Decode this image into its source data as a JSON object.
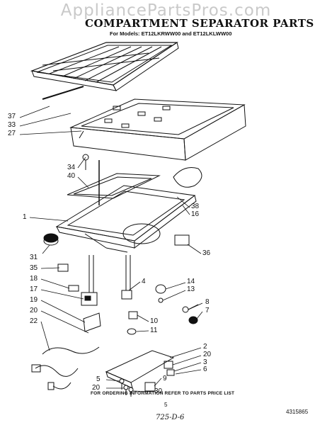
{
  "watermark": "AppliancePartsPros.com",
  "title": "COMPARTMENT SEPARATOR PARTS",
  "models": "For Models: ET12LKRWW00 and ET12LKLWW00",
  "callouts": [
    {
      "id": "c37",
      "text": "37"
    },
    {
      "id": "c33",
      "text": "33"
    },
    {
      "id": "c27",
      "text": "27"
    },
    {
      "id": "c34",
      "text": "34"
    },
    {
      "id": "c40",
      "text": "40"
    },
    {
      "id": "c1",
      "text": "1"
    },
    {
      "id": "c38",
      "text": "38"
    },
    {
      "id": "c16",
      "text": "16"
    },
    {
      "id": "c31",
      "text": "31"
    },
    {
      "id": "c35",
      "text": "35"
    },
    {
      "id": "c18",
      "text": "18"
    },
    {
      "id": "c17",
      "text": "17"
    },
    {
      "id": "c19",
      "text": "19"
    },
    {
      "id": "c20a",
      "text": "20"
    },
    {
      "id": "c22",
      "text": "22"
    },
    {
      "id": "c36",
      "text": "36"
    },
    {
      "id": "c4",
      "text": "4"
    },
    {
      "id": "c14",
      "text": "14"
    },
    {
      "id": "c13",
      "text": "13"
    },
    {
      "id": "c8",
      "text": "8"
    },
    {
      "id": "c7",
      "text": "7"
    },
    {
      "id": "c10",
      "text": "10"
    },
    {
      "id": "c11",
      "text": "11"
    },
    {
      "id": "c2",
      "text": "2"
    },
    {
      "id": "c20b",
      "text": "20"
    },
    {
      "id": "c3",
      "text": "3"
    },
    {
      "id": "c6",
      "text": "6"
    },
    {
      "id": "c9",
      "text": "9"
    },
    {
      "id": "c5",
      "text": "5"
    },
    {
      "id": "c20c",
      "text": "20"
    },
    {
      "id": "c30",
      "text": "30"
    }
  ],
  "footer": "FOR ORDERING INFORMATION REFER TO PARTS PRICE LIST",
  "page_number": "5",
  "doc_number": "4315865",
  "handwritten_note": "725-D-6"
}
